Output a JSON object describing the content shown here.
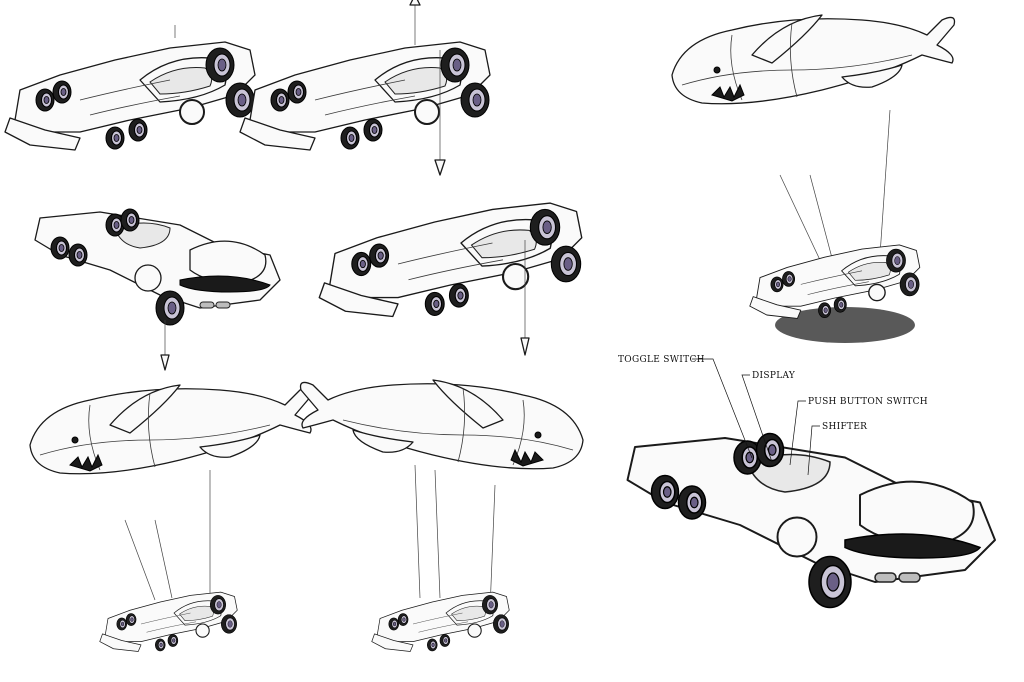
{
  "callouts": {
    "toggle_switch": "TOGGLE SWITCH",
    "display": "DISPLAY",
    "push_button_switch": "PUSH BUTTON SWITCH",
    "shifter": "SHIFTER"
  }
}
